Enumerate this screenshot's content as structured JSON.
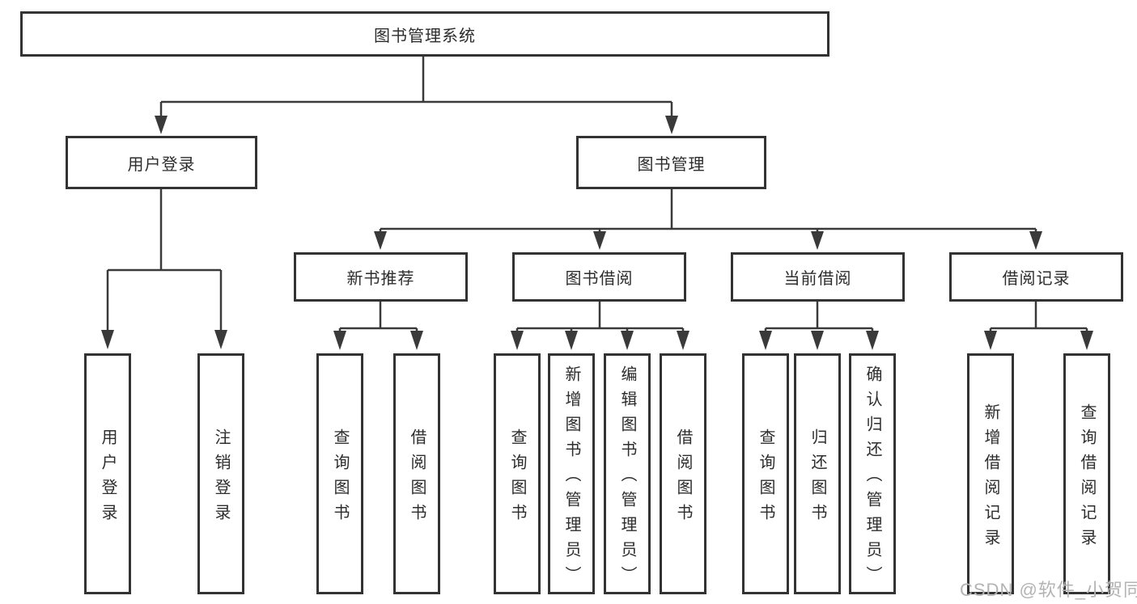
{
  "tree": {
    "root": {
      "label": "图书管理系统"
    },
    "branches": [
      {
        "label": "用户登录",
        "children": [
          {
            "label": "用户登录"
          },
          {
            "label": "注销登录"
          }
        ]
      },
      {
        "label": "图书管理",
        "children": [
          {
            "label": "新书推荐",
            "children": [
              {
                "label": "查询图书"
              },
              {
                "label": "借阅图书"
              }
            ]
          },
          {
            "label": "图书借阅",
            "children": [
              {
                "label": "查询图书"
              },
              {
                "label": "新增图书（管理员）"
              },
              {
                "label": "编辑图书（管理员）"
              },
              {
                "label": "借阅图书"
              }
            ]
          },
          {
            "label": "当前借阅",
            "children": [
              {
                "label": "查询图书"
              },
              {
                "label": "归还图书"
              },
              {
                "label": "确认归还（管理员）"
              }
            ]
          },
          {
            "label": "借阅记录",
            "children": [
              {
                "label": "新增借阅记录"
              },
              {
                "label": "查询借阅记录"
              }
            ]
          }
        ]
      }
    ]
  },
  "colors": {
    "line": "#3a3a3a",
    "box_border": "#333333",
    "text": "#2d2d2d",
    "watermark": "#b3b3b3"
  },
  "watermark": "CSDN @软件_小贺同学"
}
